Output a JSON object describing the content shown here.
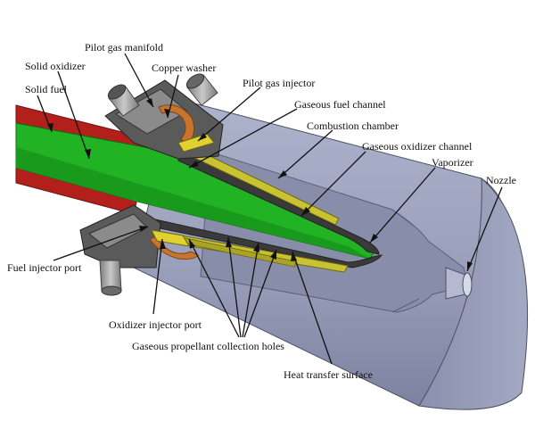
{
  "labels": {
    "pilot_gas_manifold": "Pilot gas manifold",
    "copper_washer": "Copper washer",
    "solid_oxidizer": "Solid oxidizer",
    "solid_fuel": "Solid fuel",
    "pilot_gas_injector": "Pilot gas injector",
    "gaseous_fuel_channel": "Gaseous fuel channel",
    "combustion_chamber": "Combustion chamber",
    "gaseous_oxidizer_channel": "Gaseous oxidizer channel",
    "vaporizer": "Vaporizer",
    "nozzle": "Nozzle",
    "fuel_injector_port": "Fuel injector port",
    "oxidizer_injector_port": "Oxidizer injector port",
    "gaseous_propellant_collection_holes": "Gaseous propellant collection holes",
    "heat_transfer_surface": "Heat transfer surface"
  },
  "colors": {
    "chamber_body": "#9ea4bf",
    "chamber_dark": "#6f7591",
    "solid_fuel": "#b3201c",
    "solid_oxidizer": "#22b324",
    "copper": "#c8742e",
    "yellow_channel": "#c9c232",
    "steel": "#8a8a8a"
  }
}
